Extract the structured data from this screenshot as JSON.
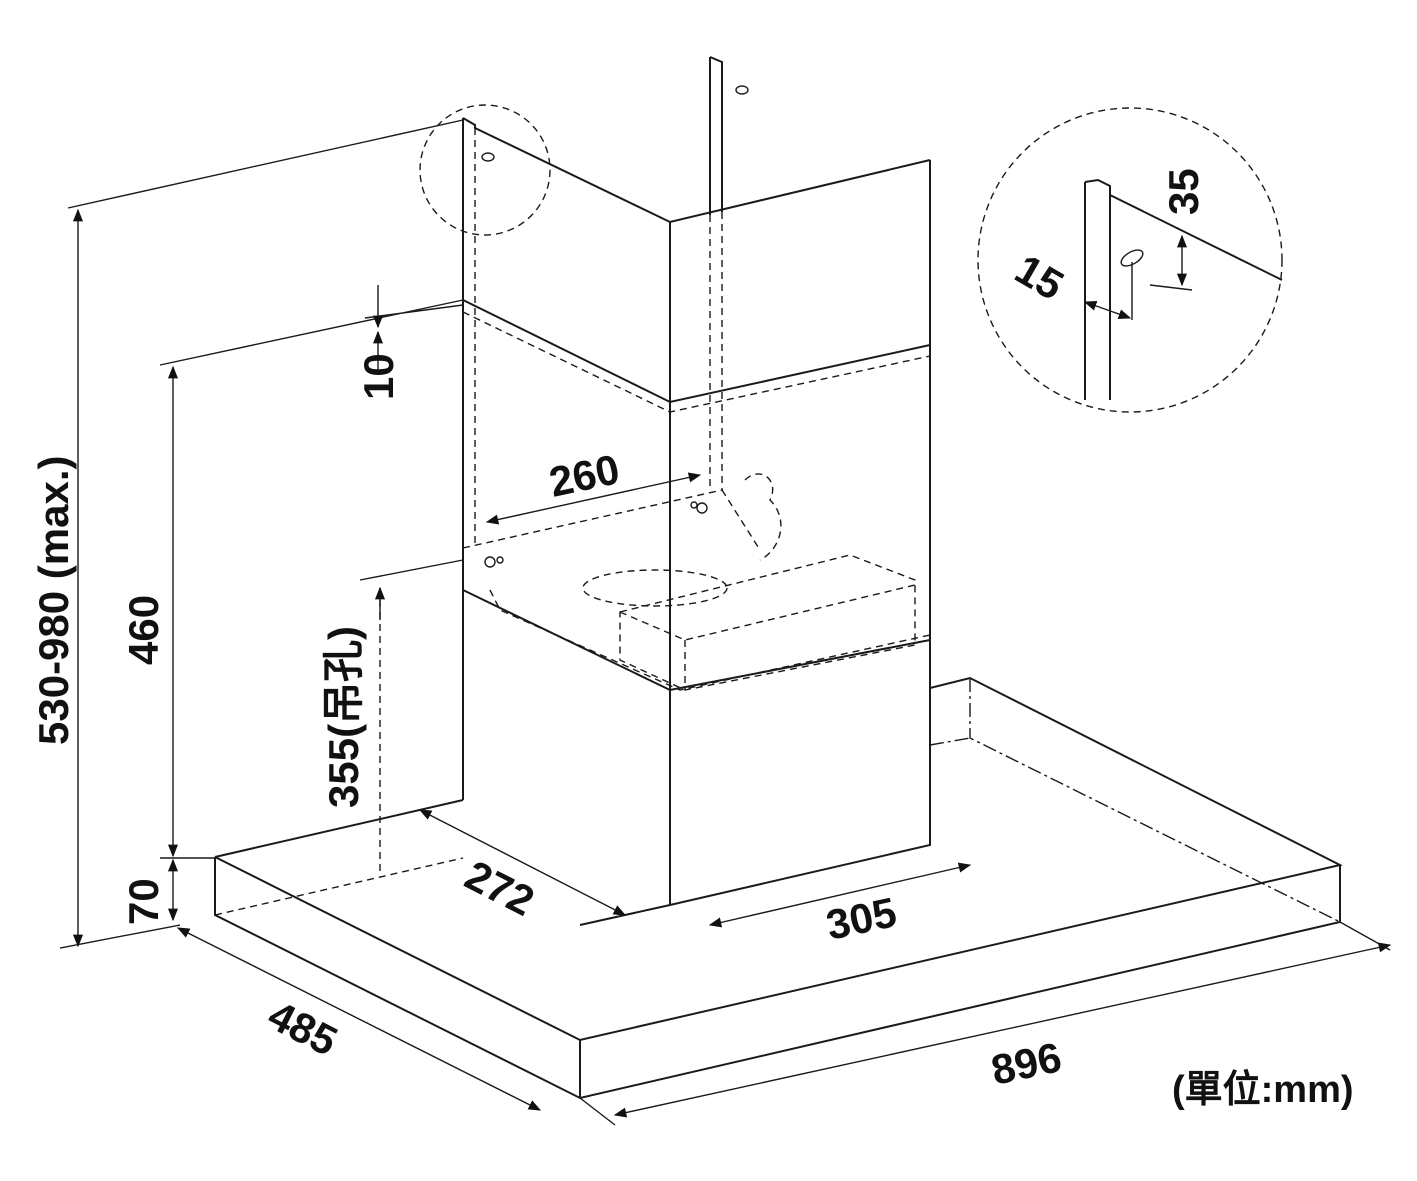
{
  "dimensions": {
    "total_height": "530-980 (max.)",
    "chimney_height": "460",
    "overlap": "10",
    "hanging_hole": "355(吊孔)",
    "hood_thickness": "70",
    "hole_spacing": "260",
    "chimney_depth": "272",
    "chimney_width": "305",
    "hood_depth": "485",
    "hood_width": "896",
    "detail_vertical": "35",
    "detail_horizontal": "15"
  },
  "unit_label": "(單位:mm)"
}
